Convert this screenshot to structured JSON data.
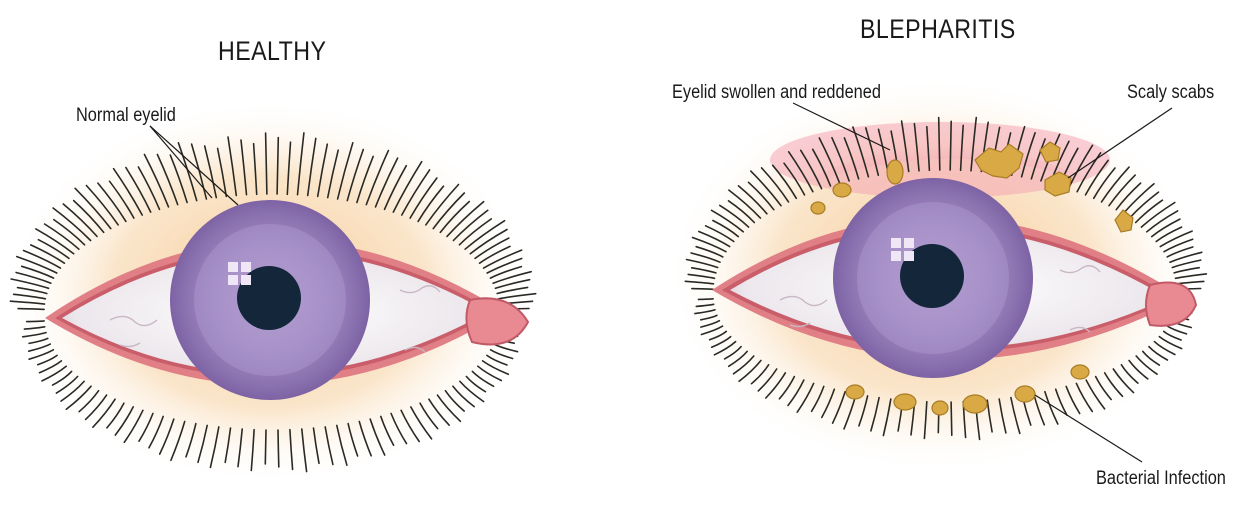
{
  "healthy": {
    "title": "HEALTHY",
    "labels": {
      "normal_eyelid": "Normal eyelid"
    }
  },
  "blepharitis": {
    "title": "BLEPHARITIS",
    "labels": {
      "eyelid_swollen": "Eyelid swollen and reddened",
      "scaly_scabs": "Scaly scabs",
      "bacterial_infection": "Bacterial Infection"
    }
  },
  "colors": {
    "glow": "#f7d2a2",
    "lid": "#e07f86",
    "lid_inflamed": "#f29cae",
    "sclera": "#f4f2f4",
    "iris": "#9c83bc",
    "pupil": "#14263a",
    "lash": "#2a2a24",
    "crust": "#d8a945"
  }
}
